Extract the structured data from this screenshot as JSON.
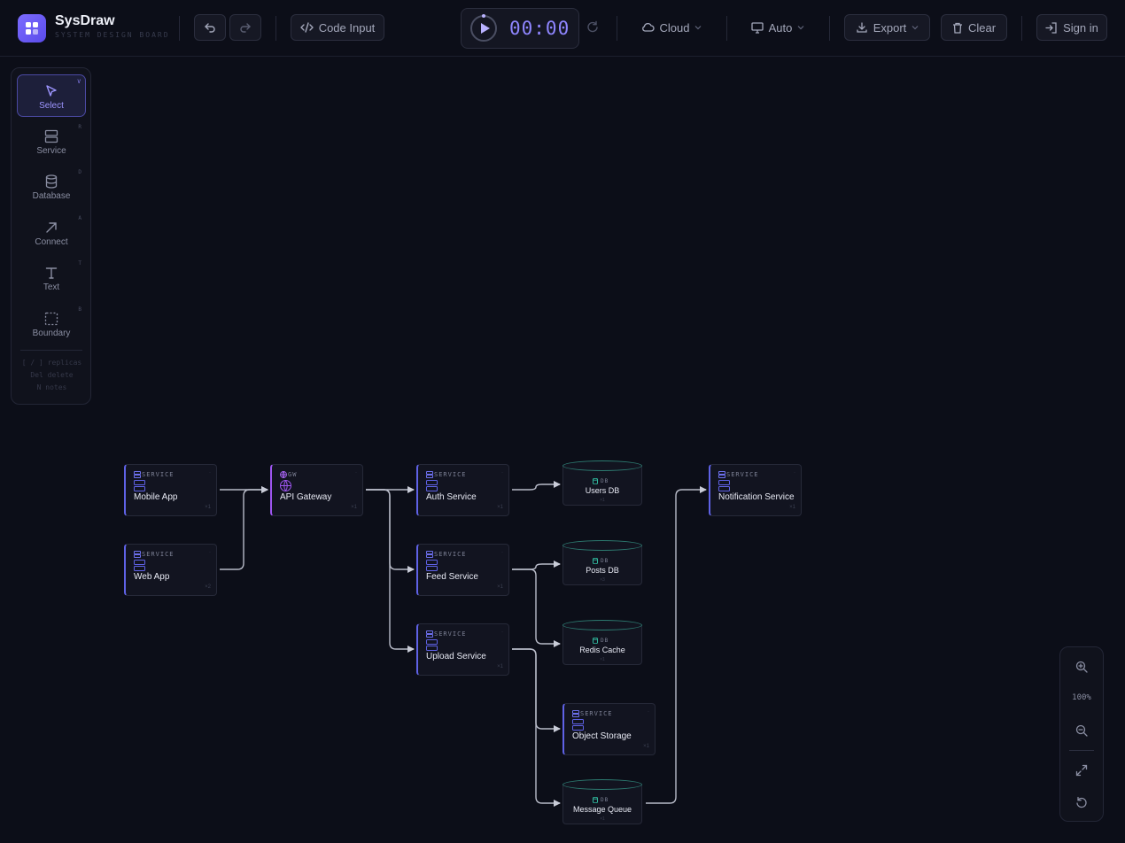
{
  "app": {
    "title": "SysDraw",
    "subtitle": "SYSTEM DESIGN BOARD"
  },
  "header": {
    "code_input_label": "Code Input",
    "timer": "00:00",
    "cloud_label": "Cloud",
    "display_label": "Auto",
    "export_label": "Export",
    "clear_label": "Clear",
    "sign_in_label": "Sign in"
  },
  "toolbar": {
    "tools": [
      {
        "label": "Select",
        "key": "V",
        "icon": "cursor-icon",
        "active": true
      },
      {
        "label": "Service",
        "key": "R",
        "icon": "server-icon"
      },
      {
        "label": "Database",
        "key": "D",
        "icon": "database-icon"
      },
      {
        "label": "Connect",
        "key": "A",
        "icon": "arrow-icon"
      },
      {
        "label": "Text",
        "key": "T",
        "icon": "text-icon"
      },
      {
        "label": "Boundary",
        "key": "B",
        "icon": "boundary-icon"
      }
    ],
    "hints": [
      "[ / ] replicas",
      "Del delete",
      "N notes"
    ]
  },
  "canvas": {
    "nodes": [
      {
        "id": "mobile",
        "type": "SERVICE",
        "name": "Mobile App",
        "count": "×1"
      },
      {
        "id": "web",
        "type": "SERVICE",
        "name": "Web App",
        "count": "×2"
      },
      {
        "id": "gateway",
        "type": "GW",
        "name": "API Gateway",
        "count": "×1"
      },
      {
        "id": "auth",
        "type": "SERVICE",
        "name": "Auth Service",
        "count": "×1"
      },
      {
        "id": "feed",
        "type": "SERVICE",
        "name": "Feed Service",
        "count": "×1"
      },
      {
        "id": "upload",
        "type": "SERVICE",
        "name": "Upload Service",
        "count": "×1"
      },
      {
        "id": "objstore",
        "type": "SERVICE",
        "name": "Object Storage",
        "count": "×1"
      },
      {
        "id": "notify",
        "type": "SERVICE",
        "name": "Notification Service",
        "count": "×1"
      }
    ],
    "databases": [
      {
        "id": "usersdb",
        "type": "DB",
        "name": "Users DB",
        "count": "×1"
      },
      {
        "id": "postsdb",
        "type": "DB",
        "name": "Posts DB",
        "count": "×3"
      },
      {
        "id": "redis",
        "type": "DB",
        "name": "Redis Cache",
        "count": "×1"
      },
      {
        "id": "mq",
        "type": "DB",
        "name": "Message Queue",
        "count": "×1"
      }
    ]
  },
  "zoom": {
    "level": "100%"
  },
  "colors": {
    "accent": "#8f86ff",
    "service_border": "#5f62e6",
    "gateway_border": "#9e56f0",
    "db_cap": "#2d7a70",
    "background": "#0c0e18"
  }
}
